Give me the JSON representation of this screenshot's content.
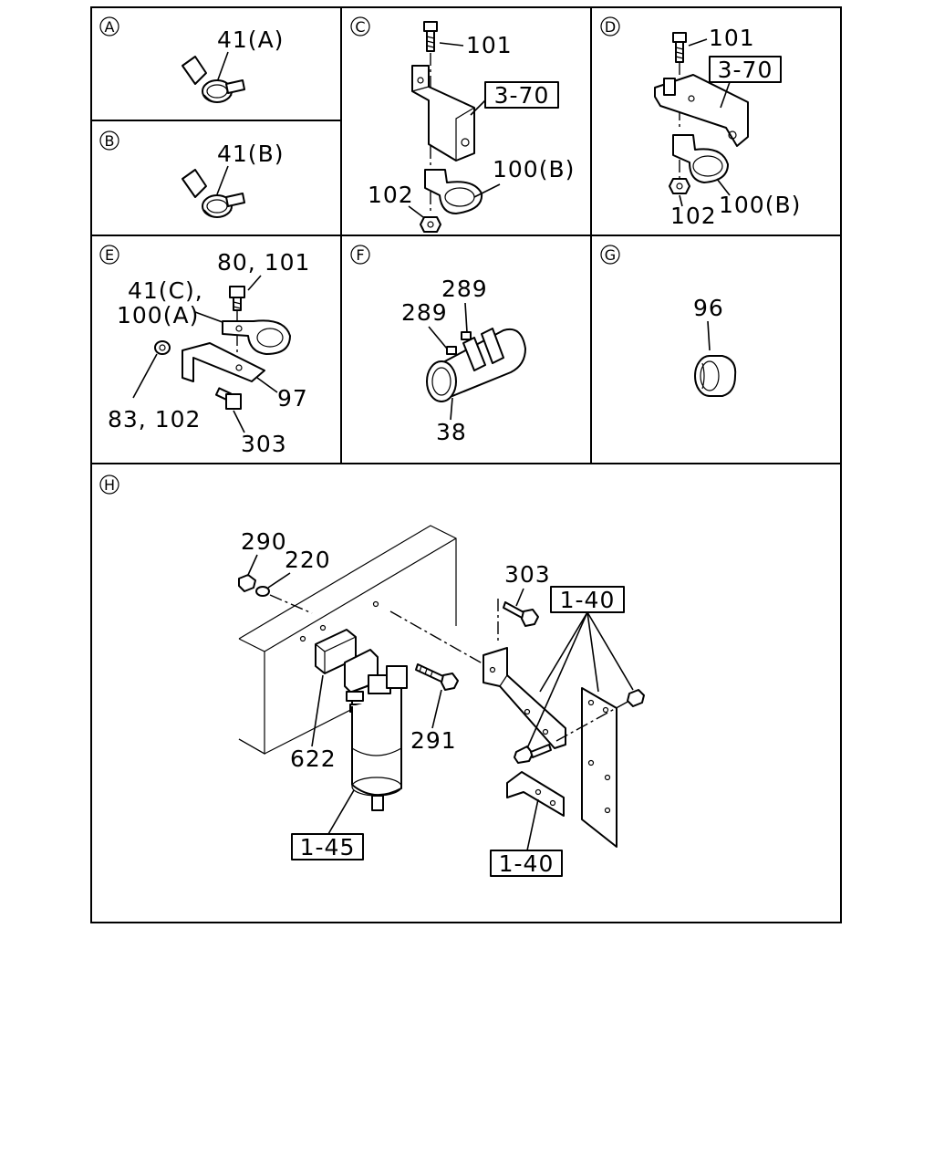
{
  "panels": {
    "A": {
      "letter": "A",
      "labels": {
        "part41a": "41(A)"
      }
    },
    "B": {
      "letter": "B",
      "labels": {
        "part41b": "41(B)"
      }
    },
    "C": {
      "letter": "C",
      "labels": {
        "p101": "101",
        "ref370": "3-70",
        "p100b": "100(B)",
        "p102": "102"
      }
    },
    "D": {
      "letter": "D",
      "labels": {
        "p101": "101",
        "ref370": "3-70",
        "p100b": "100(B)",
        "p102": "102"
      }
    },
    "E": {
      "letter": "E",
      "labels": {
        "p80_101": "80, 101",
        "p41c": "41(C),",
        "p100a": "100(A)",
        "p97": "97",
        "p83_102": "83, 102",
        "p303": "303"
      }
    },
    "F": {
      "letter": "F",
      "labels": {
        "p289a": "289",
        "p289b": "289",
        "p38": "38"
      }
    },
    "G": {
      "letter": "G",
      "labels": {
        "p96": "96"
      }
    },
    "H": {
      "letter": "H",
      "labels": {
        "p290": "290",
        "p220": "220",
        "p303": "303",
        "ref140a": "1-40",
        "p622": "622",
        "p291": "291",
        "ref145": "1-45",
        "ref140b": "1-40"
      }
    }
  }
}
